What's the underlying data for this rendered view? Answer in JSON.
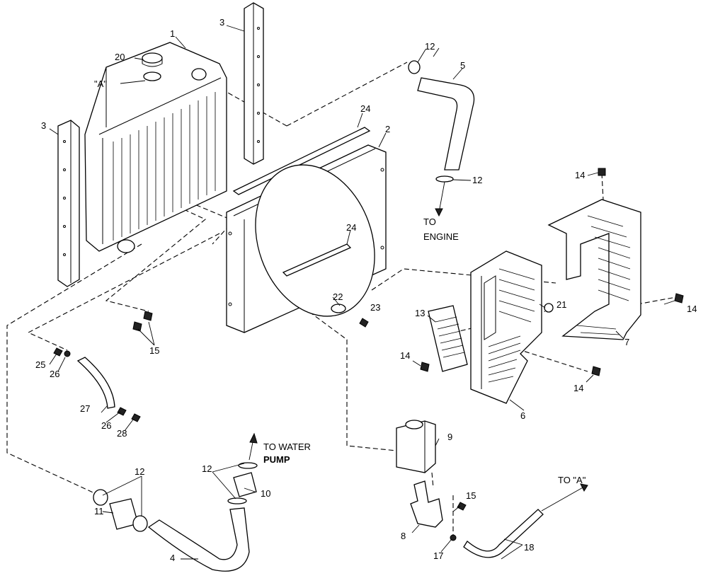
{
  "callouts": {
    "c1": "1",
    "c2": "2",
    "c3a": "3",
    "c3b": "3",
    "c4": "4",
    "c5": "5",
    "c6": "6",
    "c7": "7",
    "c8": "8",
    "c9": "9",
    "c10": "10",
    "c11": "11",
    "c12a": "12",
    "c12b": "12",
    "c12c": "12",
    "c12d": "12",
    "c13": "13",
    "c14a": "14",
    "c14b": "14",
    "c14c": "14",
    "c14d": "14",
    "c15a": "15",
    "c15b": "15",
    "c17": "17",
    "c18": "18",
    "c20": "20",
    "c21": "21",
    "c22": "22",
    "c23": "23",
    "c24a": "24",
    "c24b": "24",
    "c25": "25",
    "c26a": "26",
    "c26b": "26",
    "c27": "27",
    "c28": "28"
  },
  "notes": {
    "point_a": "\"A\"",
    "to_engine_1": "TO",
    "to_engine_2": "ENGINE",
    "to_water_pump_1": "TO WATER",
    "to_water_pump_2": "PUMP",
    "to_a": "TO \"A\""
  }
}
